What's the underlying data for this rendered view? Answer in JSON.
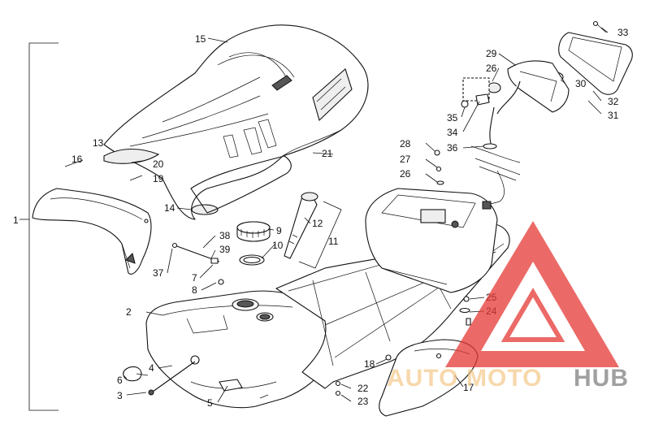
{
  "diagram": {
    "callouts": [
      {
        "id": "c1",
        "label": "1"
      },
      {
        "id": "c2",
        "label": "2"
      },
      {
        "id": "c3",
        "label": "3"
      },
      {
        "id": "c4",
        "label": "4"
      },
      {
        "id": "c5",
        "label": "5"
      },
      {
        "id": "c6",
        "label": "6"
      },
      {
        "id": "c7",
        "label": "7"
      },
      {
        "id": "c8",
        "label": "8"
      },
      {
        "id": "c9",
        "label": "9"
      },
      {
        "id": "c10",
        "label": "10"
      },
      {
        "id": "c11",
        "label": "11"
      },
      {
        "id": "c12",
        "label": "12"
      },
      {
        "id": "c13",
        "label": "13"
      },
      {
        "id": "c14",
        "label": "14"
      },
      {
        "id": "c15",
        "label": "15"
      },
      {
        "id": "c16",
        "label": "16"
      },
      {
        "id": "c17",
        "label": "17"
      },
      {
        "id": "c18",
        "label": "18"
      },
      {
        "id": "c19",
        "label": "19"
      },
      {
        "id": "c20",
        "label": "20"
      },
      {
        "id": "c21",
        "label": "21"
      },
      {
        "id": "c22",
        "label": "22"
      },
      {
        "id": "c23",
        "label": "23"
      },
      {
        "id": "c24",
        "label": "24"
      },
      {
        "id": "c25",
        "label": "25"
      },
      {
        "id": "c26a",
        "label": "26"
      },
      {
        "id": "c26b",
        "label": "26"
      },
      {
        "id": "c27",
        "label": "27"
      },
      {
        "id": "c28",
        "label": "28"
      },
      {
        "id": "c29",
        "label": "29"
      },
      {
        "id": "c30",
        "label": "30"
      },
      {
        "id": "c31",
        "label": "31"
      },
      {
        "id": "c32",
        "label": "32"
      },
      {
        "id": "c33",
        "label": "33"
      },
      {
        "id": "c34",
        "label": "34"
      },
      {
        "id": "c35",
        "label": "35"
      },
      {
        "id": "c36",
        "label": "36"
      },
      {
        "id": "c37",
        "label": "37"
      },
      {
        "id": "c38",
        "label": "38"
      },
      {
        "id": "c39",
        "label": "39"
      }
    ]
  },
  "watermark": {
    "word_a": "AUTO",
    "word_b": "MOTO",
    "word_c": "HUB",
    "colors": {
      "triangle": "#e53935",
      "accent": "#f3c27d",
      "dark": "#6b6b6b"
    }
  },
  "colors": {
    "line": "#111111",
    "background": "#ffffff"
  }
}
